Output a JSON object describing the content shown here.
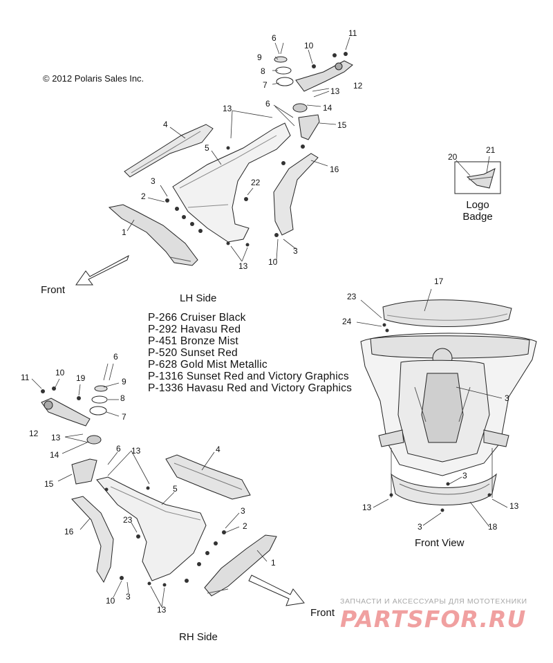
{
  "copyright": "© 2012 Polaris Sales Inc.",
  "sections": {
    "lh_side": "LH Side",
    "rh_side": "RH Side",
    "front_view": "Front View",
    "front_arrow_top": "Front",
    "front_arrow_bottom": "Front"
  },
  "logo_badge": {
    "line1": "Logo",
    "line2": "Badge"
  },
  "paint_codes": [
    "P-266  Cruiser Black",
    "P-292  Havasu Red",
    "P-451  Bronze Mist",
    "P-520  Sunset Red",
    "P-628  Gold Mist Metallic",
    "P-1316 Sunset Red and Victory Graphics",
    "P-1336 Havasu Red and Victory Graphics"
  ],
  "callouts": {
    "lh": [
      "6",
      "11",
      "9",
      "10",
      "8",
      "7",
      "13",
      "12",
      "13",
      "6",
      "14",
      "15",
      "4",
      "5",
      "16",
      "3",
      "22",
      "2",
      "1",
      "10",
      "3",
      "13"
    ],
    "logo": [
      "20",
      "21"
    ],
    "front": [
      "17",
      "23",
      "24",
      "3",
      "3",
      "13",
      "13",
      "3",
      "18"
    ],
    "rh": [
      "6",
      "11",
      "10",
      "19",
      "9",
      "8",
      "12",
      "7",
      "13",
      "14",
      "6",
      "13",
      "4",
      "15",
      "5",
      "23",
      "3",
      "16",
      "2",
      "1",
      "10",
      "3",
      "13"
    ]
  },
  "watermark": {
    "caption": "ЗАПЧАСТИ И АКСЕССУАРЫ ДЛЯ МОТОТЕХНИКИ",
    "brand": "PARTSFOR.RU"
  }
}
